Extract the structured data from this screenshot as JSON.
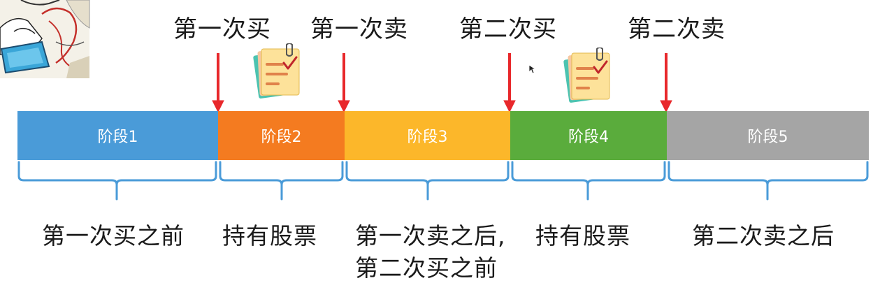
{
  "events": {
    "buy1": "第一次买",
    "sell1": "第一次卖",
    "buy2": "第二次买",
    "sell2": "第二次卖"
  },
  "stages": [
    {
      "label": "阶段1",
      "color": "#4a9bd8"
    },
    {
      "label": "阶段2",
      "color": "#f47b20"
    },
    {
      "label": "阶段3",
      "color": "#fcb72a"
    },
    {
      "label": "阶段4",
      "color": "#5aac3c"
    },
    {
      "label": "阶段5",
      "color": "#a5a5a5"
    }
  ],
  "descriptions": {
    "s1": "第一次买之前",
    "s2": "持有股票",
    "s3_line1": "第一次卖之后,",
    "s3_line2": "第二次买之前",
    "s4": "持有股票",
    "s5": "第二次卖之后"
  },
  "colors": {
    "arrow": "#e8282b",
    "brace": "#4a9bd8"
  },
  "icons": [
    "clipboard-note-icon",
    "clipboard-note-icon",
    "cartoon-person-laptop-image"
  ]
}
